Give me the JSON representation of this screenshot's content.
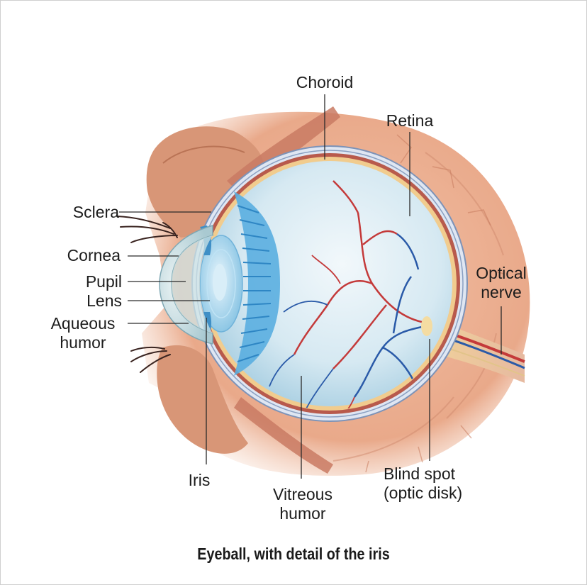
{
  "caption": "Eyeball, with detail of the iris",
  "labels": {
    "choroid": "Choroid",
    "retina": "Retina",
    "sclera": "Sclera",
    "cornea": "Cornea",
    "pupil": "Pupil",
    "lens": "Lens",
    "aqueous_1": "Aqueous",
    "aqueous_2": "humor",
    "optical_1": "Optical",
    "optical_2": "nerve",
    "iris": "Iris",
    "vitreous_1": "Vitreous",
    "vitreous_2": "humor",
    "blind_1": "Blind spot",
    "blind_2": "(optic disk)"
  },
  "colors": {
    "tissue": "#e9a98a",
    "tissue_dark": "#c98466",
    "sclera": "#dfe6f2",
    "choroid": "#b85a4c",
    "retina": "#f1cc8e",
    "vitreous": "#cfe6f1",
    "lens": "#9fd2ec",
    "artery": "#c43a3a",
    "vein": "#2a5aa8"
  }
}
